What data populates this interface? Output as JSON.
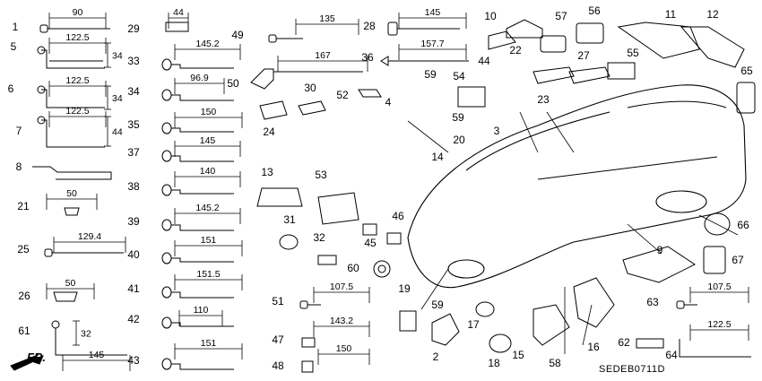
{
  "diagram": {
    "code": "SEDEB0711D",
    "direction": "FR.",
    "part_callouts": [
      "1",
      "5",
      "6",
      "7",
      "8",
      "21",
      "25",
      "26",
      "61",
      "29",
      "33",
      "34",
      "35",
      "37",
      "38",
      "39",
      "40",
      "41",
      "42",
      "43",
      "49",
      "50",
      "36",
      "28",
      "10",
      "44",
      "57",
      "56",
      "11",
      "12",
      "65",
      "22",
      "27",
      "55",
      "59",
      "54",
      "52",
      "4",
      "30",
      "24",
      "3",
      "23",
      "20",
      "14",
      "13",
      "53",
      "31",
      "32",
      "46",
      "45",
      "60",
      "51",
      "47",
      "48",
      "19",
      "2",
      "17",
      "18",
      "15",
      "58",
      "16",
      "62",
      "63",
      "64",
      "9",
      "66",
      "67"
    ],
    "dimensions": [
      "90",
      "122.5",
      "34",
      "122.5",
      "34",
      "122.5",
      "44",
      "50",
      "129.4",
      "50",
      "32",
      "145",
      "44",
      "145.2",
      "96.9",
      "150",
      "145",
      "140",
      "145.2",
      "151",
      "151.5",
      "110",
      "151",
      "135",
      "167",
      "145",
      "157.7",
      "107.5",
      "143.2",
      "150",
      "107.5",
      "122.5"
    ]
  }
}
